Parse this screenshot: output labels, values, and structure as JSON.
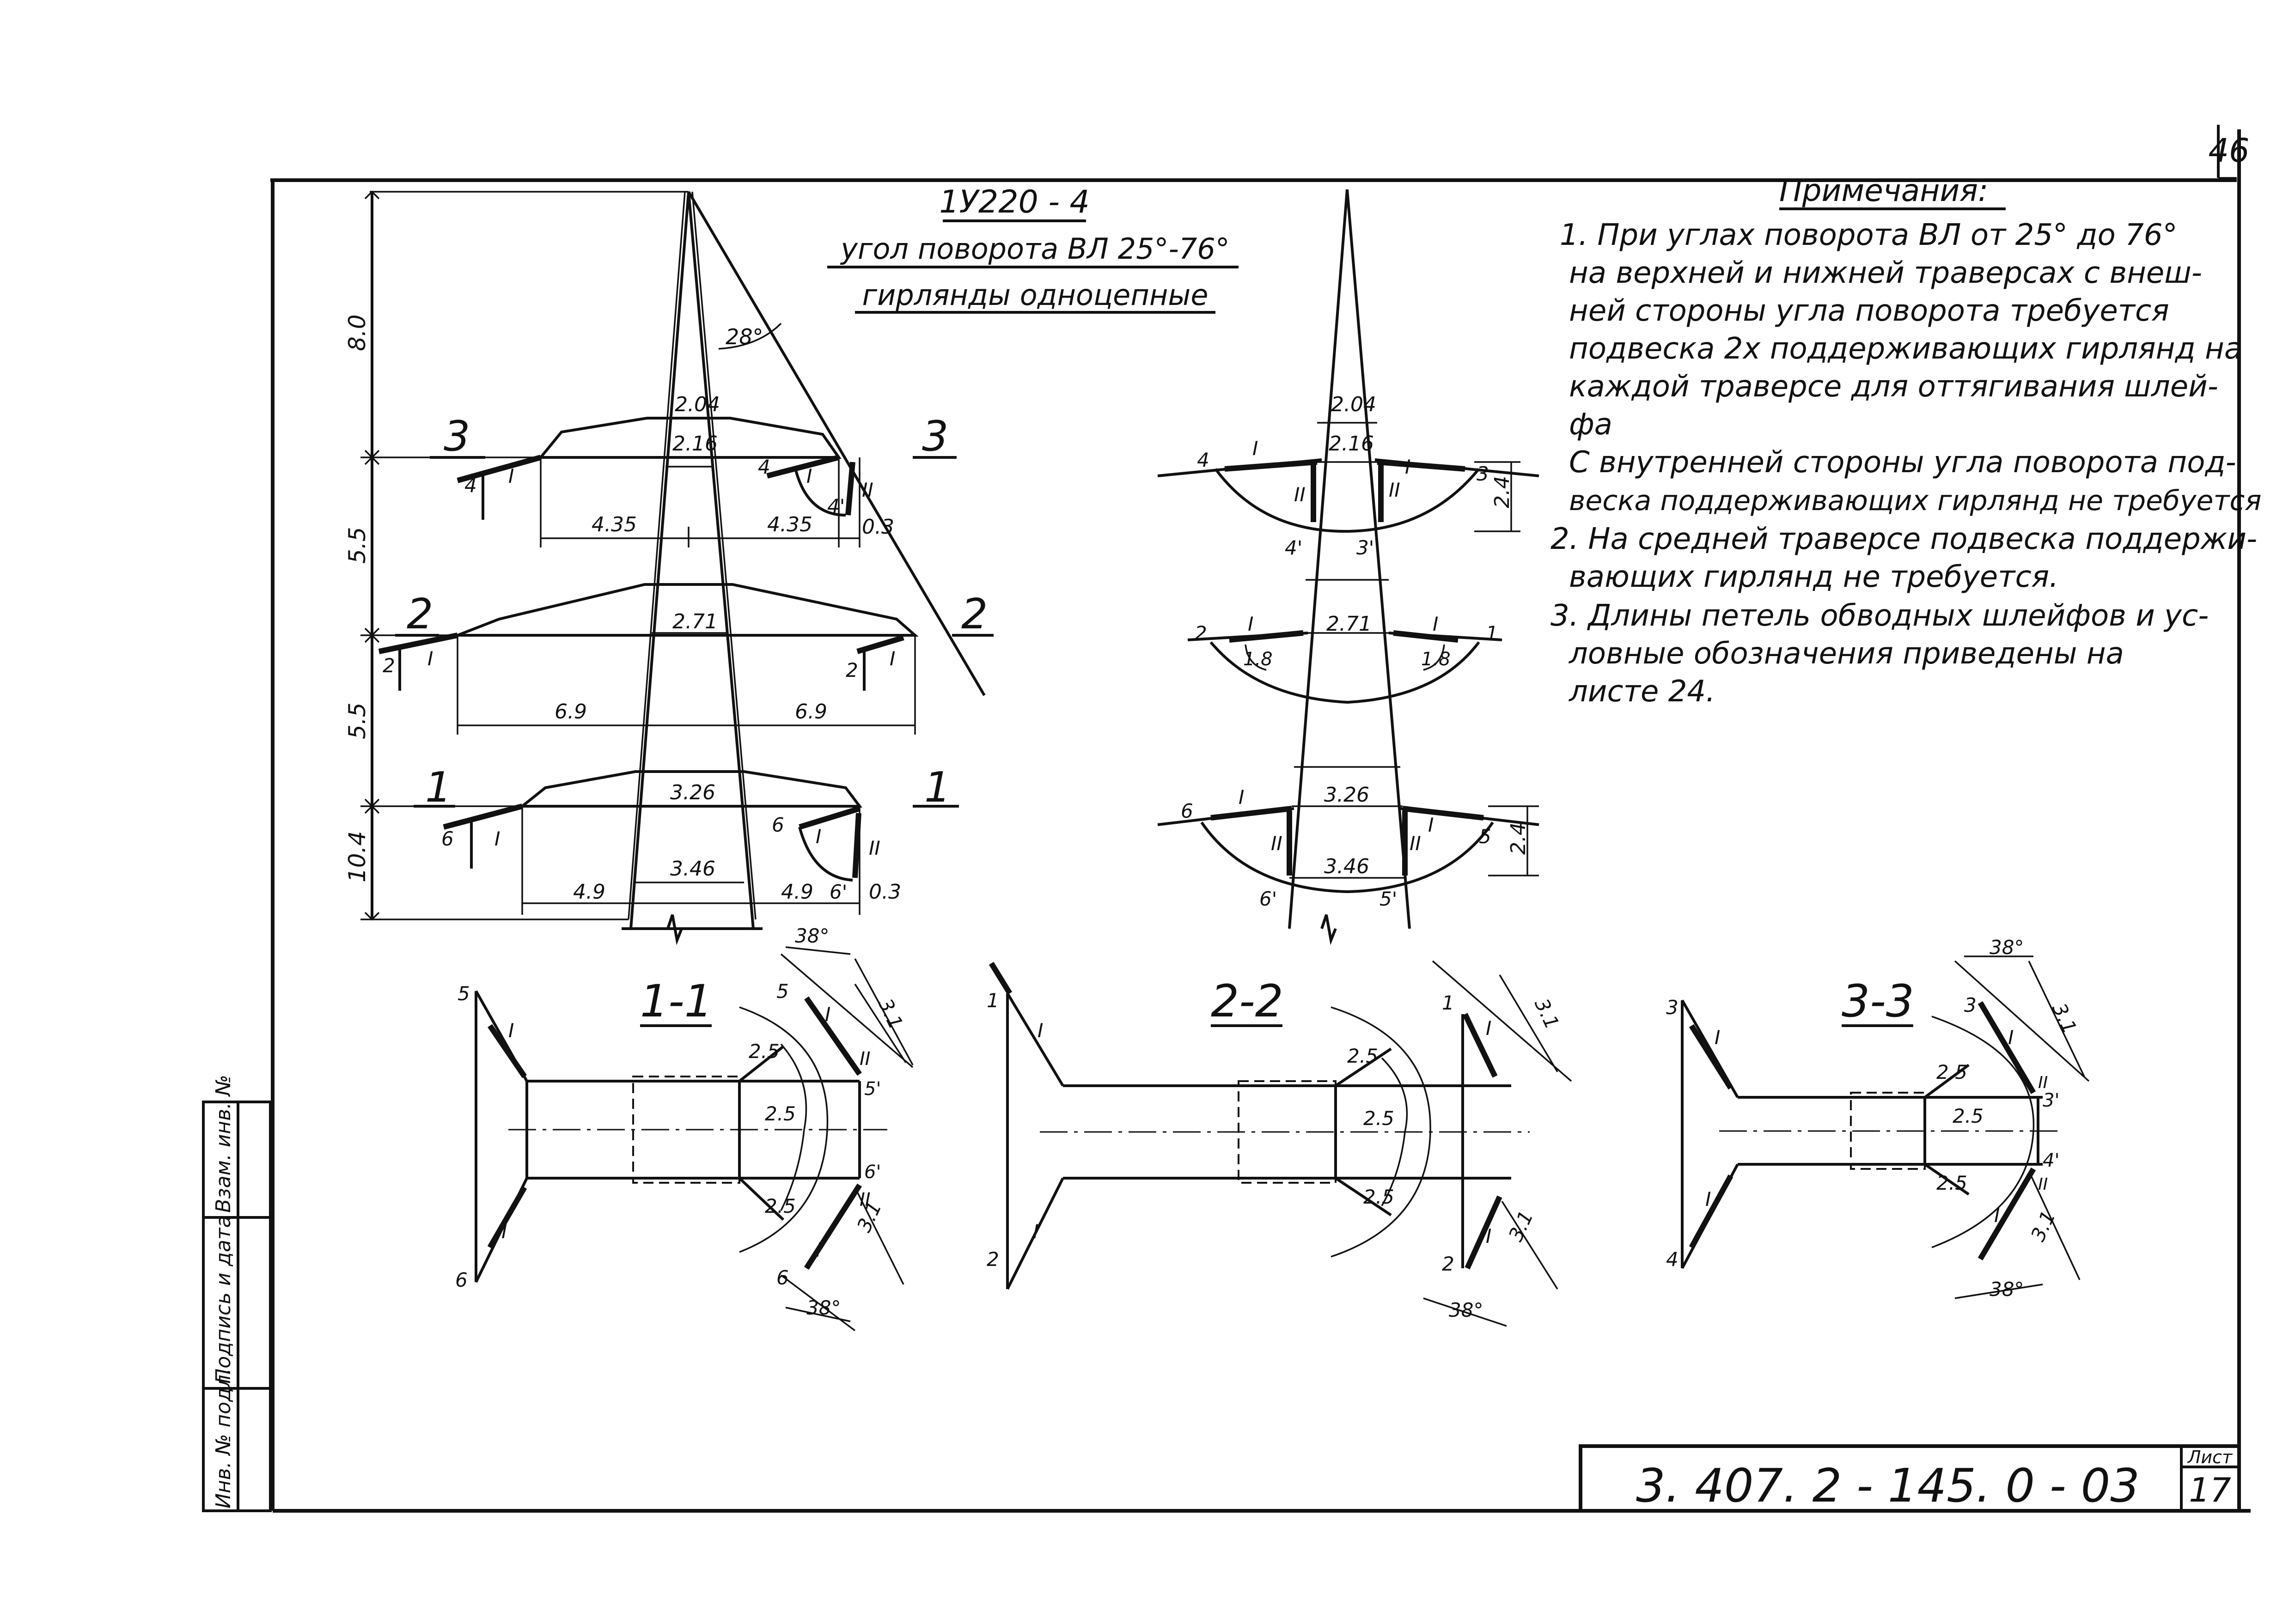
{
  "sheet_number": "46",
  "title": {
    "code": "1У220 - 4",
    "line1": "угол поворота ВЛ 25°-76°",
    "line2": "гирлянды одноцепные"
  },
  "notes": {
    "heading": "Примечания:",
    "lines": [
      "1. При углах поворота ВЛ от 25° до 76°",
      "на верхней и нижней траверсах с внеш-",
      "ней стороны угла поворота требуется",
      "подвеска 2х поддерживающих гирлянд на",
      "каждой траверсе для оттягивания шлей-",
      "фа",
      "С внутренней стороны угла поворота под-",
      "веска поддерживающих гирлянд не требуется",
      "2. На средней траверсе подвеска поддержи-",
      "вающих гирлянд не требуется.",
      "3. Длины петель обводных шлейфов и ус-",
      "ловные обозначения приведены на",
      "листе 24."
    ]
  },
  "elevation": {
    "heights": [
      "8.0",
      "5.5",
      "5.5",
      "10.4"
    ],
    "angle": "28°",
    "widths": [
      "2.04",
      "2.16",
      "2.71",
      "3.26",
      "3.46"
    ],
    "upper_arms": [
      "4.35",
      "4.35",
      "0.3"
    ],
    "middle_arms": [
      "6.9",
      "6.9"
    ],
    "lower_arms": [
      "4.9",
      "4.9",
      "0.3"
    ],
    "section_marks": [
      "3",
      "3",
      "2",
      "2",
      "1",
      "1"
    ],
    "upper_labels": [
      "4",
      "I",
      "4",
      "I",
      "4'",
      "II"
    ],
    "middle_labels": [
      "2",
      "I",
      "2",
      "I"
    ],
    "lower_labels": [
      "6",
      "I",
      "6",
      "I",
      "6'",
      "II"
    ]
  },
  "side_view": {
    "widths": [
      "2.04",
      "2.16",
      "2.71",
      "3.26",
      "3.46"
    ],
    "drop": "2.4",
    "loop": "1.8",
    "upper_labels": [
      "4",
      "I",
      "I",
      "3",
      "II",
      "II",
      "4'",
      "3'"
    ],
    "middle_labels": [
      "2",
      "I",
      "I",
      "1"
    ],
    "lower_labels": [
      "6",
      "I",
      "I",
      "5",
      "II",
      "II",
      "6'",
      "5'"
    ]
  },
  "sections": [
    {
      "title": "1-1",
      "dims": [
        "2.5",
        "2.5",
        "2.5",
        "3.1",
        "3.1",
        "38°",
        "38°"
      ],
      "labels": [
        "5",
        "I",
        "6",
        "I",
        "5",
        "I",
        "II",
        "5'",
        "6'",
        "II",
        "6",
        "I"
      ]
    },
    {
      "title": "2-2",
      "dims": [
        "2.5",
        "2.5",
        "2.5",
        "3.1",
        "3.1",
        "38°"
      ],
      "labels": [
        "1",
        "I",
        "2",
        "I",
        "1",
        "I",
        "2",
        "I"
      ]
    },
    {
      "title": "3-3",
      "dims": [
        "2.5",
        "2.5",
        "2.5",
        "3.1",
        "3.1",
        "38°",
        "38°"
      ],
      "labels": [
        "3",
        "I",
        "4",
        "I",
        "3",
        "I",
        "II",
        "3'",
        "4'",
        "II",
        "I"
      ]
    }
  ],
  "stamp": {
    "doc_number": "3. 407. 2 - 145. 0 - 03",
    "sheet_label": "Лист",
    "sheet_value": "17",
    "side_fields": [
      "Инв. № подл.",
      "Подпись и дата",
      "Взам. инв. №"
    ]
  }
}
